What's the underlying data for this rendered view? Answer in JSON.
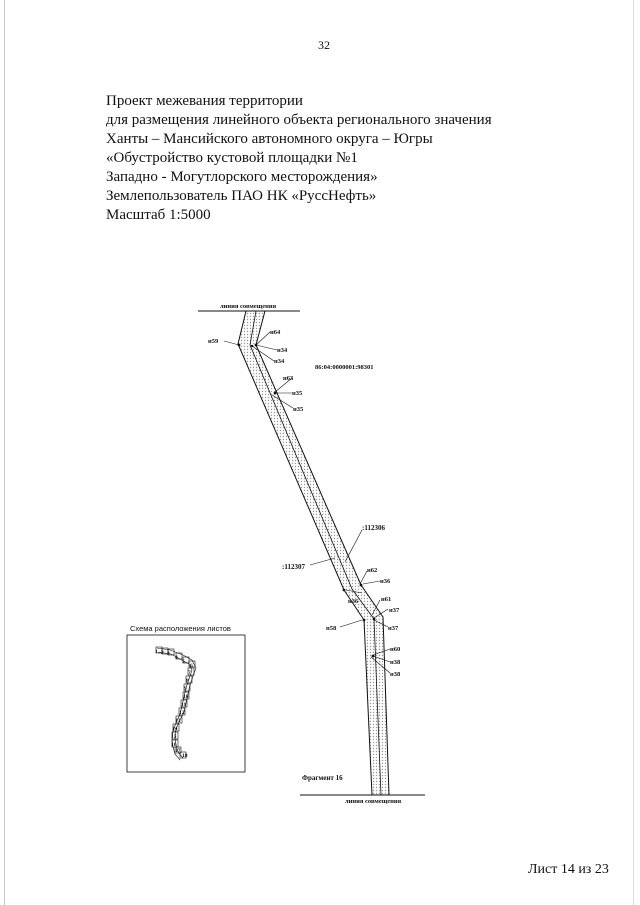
{
  "page_number": "32",
  "title_lines": [
    "Проект межевания территории",
    "для размещения линейного объекта регионального значения",
    "Ханты – Мансийского автономного округа – Югры",
    "«Обустройство кустовой площадки №1",
    "Западно - Могутлорского месторождения»",
    "Землепользователь  ПАО НК «РуссНефть»",
    "Масштаб 1:5000"
  ],
  "map": {
    "top_match_line": "линия совмещения",
    "bottom_match_line": "линия совмещения",
    "parcel_cadastral": "86:04:0000001:98301",
    "parcel_112306": ":112306",
    "parcel_112307": ":112307",
    "fragment_label": "Фрагмент 16",
    "point_labels": {
      "n64": "н64",
      "n59": "н59",
      "n34a": "н34",
      "n34b": "н34",
      "n63": "н63",
      "n35a": "н35",
      "n35b": "н35",
      "n62": "н62",
      "n36a": "н36",
      "n36b": "н36",
      "n61": "н61",
      "n37a": "н37",
      "n37b": "н37",
      "n58": "н58",
      "n60": "н60",
      "n38a": "н38",
      "n38b": "н38"
    }
  },
  "inset": {
    "title": "Схема расположения листов",
    "sheet_numbers": [
      "1",
      "2",
      "3",
      "4",
      "5",
      "6",
      "7",
      "8",
      "9",
      "10",
      "11",
      "12",
      "13",
      "14",
      "15",
      "16",
      "17",
      "18"
    ]
  },
  "footer": "Лист 14 из 23"
}
